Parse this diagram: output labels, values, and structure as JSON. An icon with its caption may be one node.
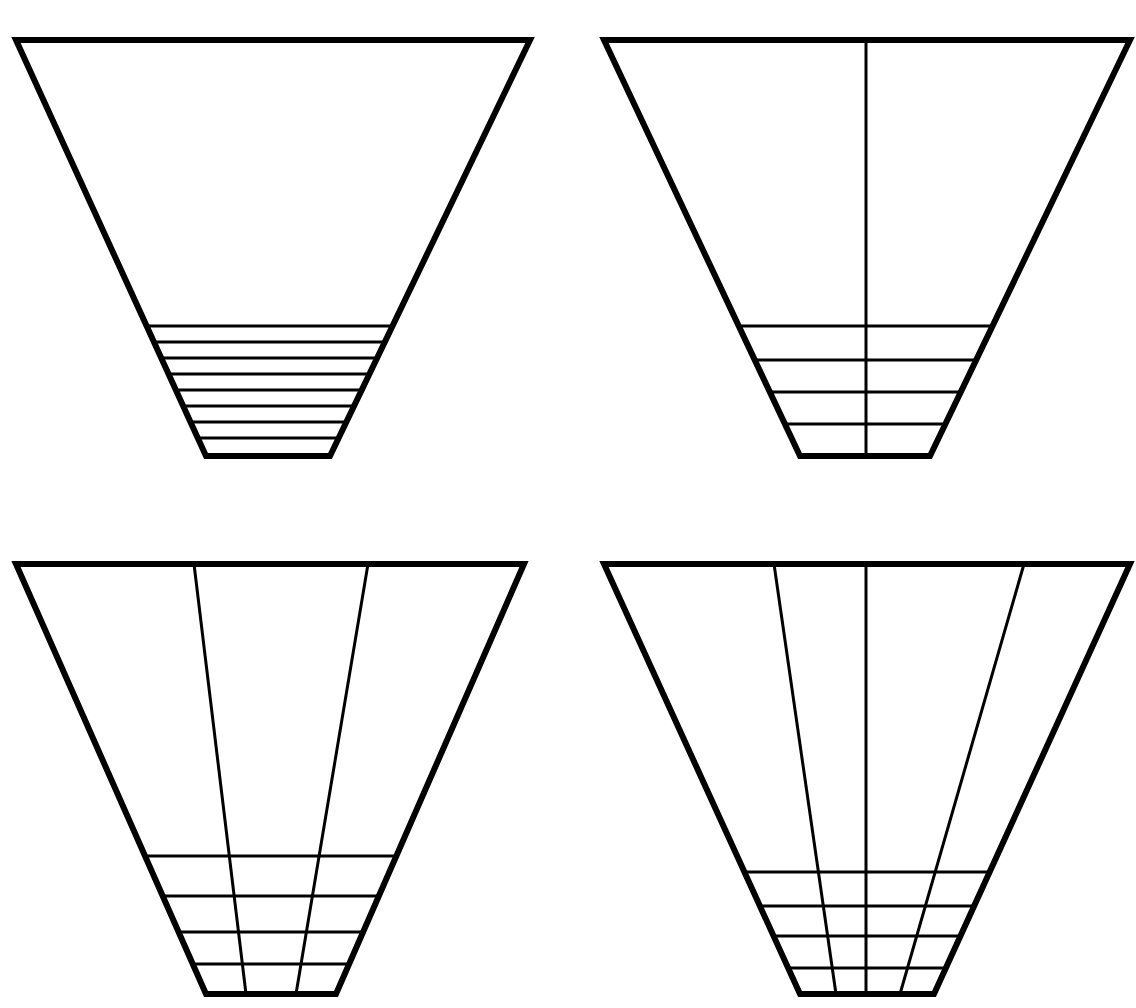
{
  "diagram": {
    "nodes": [
      {
        "text": [],
        "shape": "trapezoid"
      },
      {
        "text": [],
        "shape": "trapezoid"
      },
      {
        "text": [],
        "shape": "trapezoid"
      },
      {
        "text": [],
        "shape": "trapezoid"
      }
    ]
  }
}
